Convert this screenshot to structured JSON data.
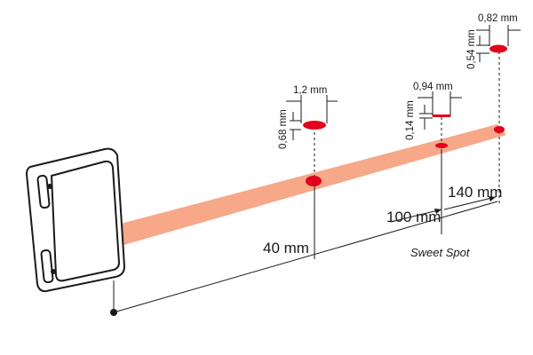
{
  "distances": {
    "near": "40 mm",
    "mid": "100 mm",
    "far": "140 mm"
  },
  "sweet_spot_label": "Sweet Spot",
  "spots": {
    "near": {
      "width_label": "1,2 mm",
      "height_label": "0,68 mm"
    },
    "mid": {
      "width_label": "0,94 mm",
      "height_label": "0,14 mm"
    },
    "far": {
      "width_label": "0,82 mm",
      "height_label": "0,54 mm"
    }
  },
  "colors": {
    "beam": "#f6a889",
    "spot": "#e3001b",
    "line": "#1a1a1a",
    "sensor_fill": "#ffffff"
  }
}
